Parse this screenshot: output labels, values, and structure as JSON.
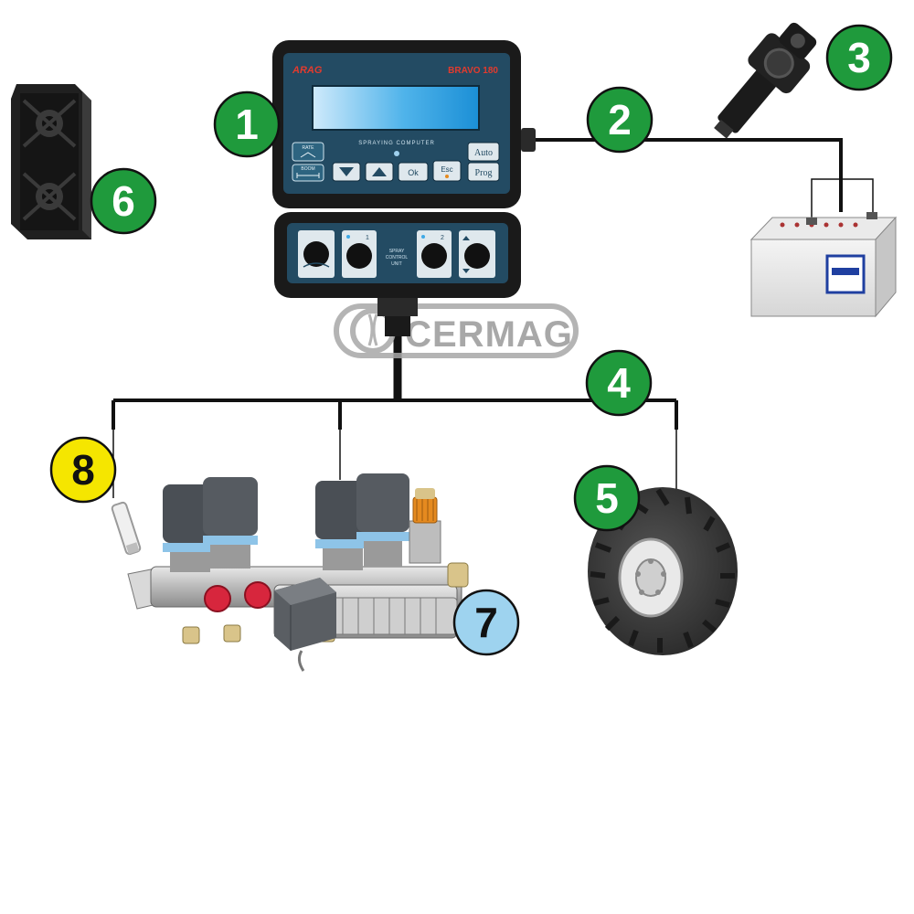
{
  "colors": {
    "badge_green": "#1f9a3c",
    "badge_yellow": "#f5e600",
    "badge_blue": "#9ed3ef",
    "device_body": "#1e1e1e",
    "device_face": "#20485f",
    "lcd": "#3fa9e6",
    "wire": "#111111",
    "watermark": "#9a9a9a",
    "valve_red": "#d7263d",
    "valve_orange": "#e58a1f"
  },
  "badges": [
    {
      "id": "badge-1",
      "text": "1",
      "color": "green"
    },
    {
      "id": "badge-2",
      "text": "2",
      "color": "green"
    },
    {
      "id": "badge-3",
      "text": "3",
      "color": "green"
    },
    {
      "id": "badge-4",
      "text": "4",
      "color": "green"
    },
    {
      "id": "badge-5",
      "text": "5",
      "color": "green"
    },
    {
      "id": "badge-6",
      "text": "6",
      "color": "green"
    },
    {
      "id": "badge-7",
      "text": "7",
      "color": "blue"
    },
    {
      "id": "badge-8",
      "text": "8",
      "color": "yellow"
    }
  ],
  "computer": {
    "brand": "ARAG",
    "model": "BRAVO 180",
    "caption": "SPRAYING COMPUTER",
    "buttons": {
      "rate": "RATE",
      "boom": "BOOM",
      "ok": "Ok",
      "esc": "Esc",
      "auto": "Auto",
      "prog": "Prog"
    }
  },
  "control_unit": {
    "caption_line1": "SPRAY",
    "caption_line2": "CONTROL",
    "caption_line3": "UNIT",
    "switch1_label": "1",
    "switch2_label": "2"
  },
  "watermark": {
    "text": "CERMAG"
  },
  "icons": [
    "pressure-sensor-icon",
    "battery-icon",
    "mounting-bracket-icon",
    "valve-assembly-icon",
    "wheel-icon",
    "speed-sensor-icon"
  ]
}
